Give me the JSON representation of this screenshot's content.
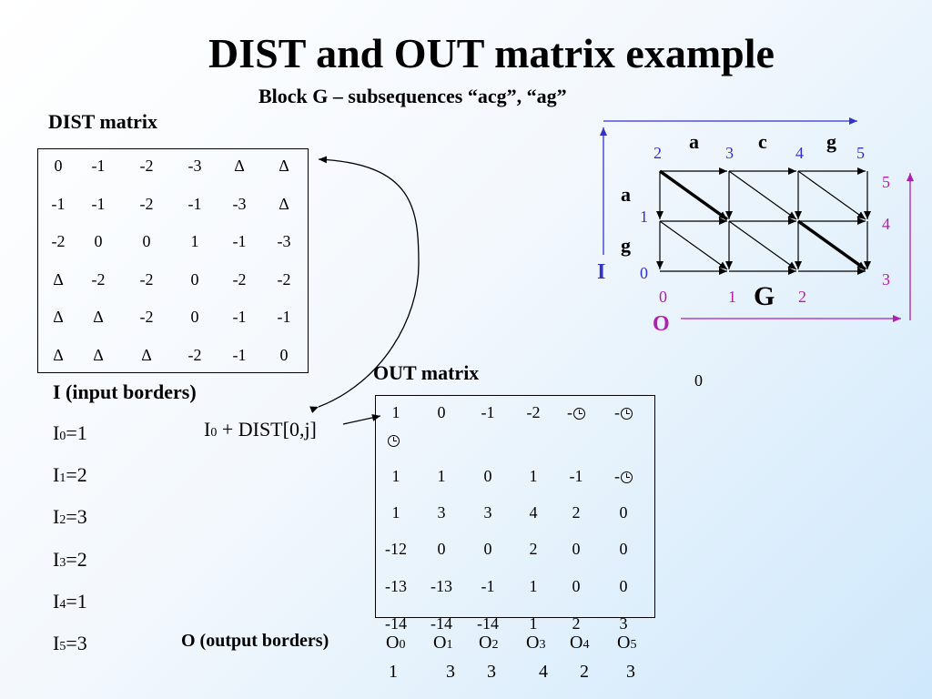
{
  "title": "DIST and OUT matrix example",
  "subtitle": "Block G – subsequences “acg”, “ag”",
  "dist": {
    "label": "DIST matrix",
    "rows": [
      [
        "0",
        "-1",
        "-2",
        "-3",
        "Δ",
        "Δ"
      ],
      [
        "-1",
        "-1",
        "-2",
        "-1",
        "-3",
        "Δ"
      ],
      [
        "-2",
        "0",
        "0",
        "1",
        "-1",
        "-3"
      ],
      [
        "Δ",
        "-2",
        "-2",
        "0",
        "-2",
        "-2"
      ],
      [
        "Δ",
        "Δ",
        "-2",
        "0",
        "-1",
        "-1"
      ],
      [
        "Δ",
        "Δ",
        "Δ",
        "-2",
        "-1",
        "0"
      ]
    ]
  },
  "input_borders": {
    "label": "I (input borders)",
    "items": [
      {
        "base": "I",
        "sub": "0",
        "value": "=1"
      },
      {
        "base": "I",
        "sub": "1",
        "value": "=2"
      },
      {
        "base": "I",
        "sub": "2",
        "value": "=3"
      },
      {
        "base": "I",
        "sub": "3",
        "value": "=2"
      },
      {
        "base": "I",
        "sub": "4",
        "value": "=1"
      },
      {
        "base": "I",
        "sub": "5",
        "value": "=3"
      }
    ]
  },
  "formula": {
    "base": "I",
    "sub": "0",
    "rest": " + DIST[0,j]"
  },
  "out": {
    "label": "OUT matrix",
    "rows": [
      [
        "1",
        "0",
        "-1",
        "-2",
        "-",
        "-"
      ],
      [
        "1",
        "1",
        "0",
        "1",
        "-1",
        "-"
      ],
      [
        "1",
        "3",
        "3",
        "4",
        "2",
        "0"
      ],
      [
        "-12",
        "0",
        "0",
        "2",
        "0",
        "0"
      ],
      [
        "-13",
        "-13",
        "-1",
        "1",
        "0",
        "0"
      ],
      [
        "-14",
        "-14",
        "-14",
        "1",
        "2",
        "3"
      ]
    ],
    "stray_zero": "0"
  },
  "output_borders": {
    "label": "O (output borders)",
    "headers": [
      {
        "base": "O",
        "sub": "0"
      },
      {
        "base": "O",
        "sub": "1"
      },
      {
        "base": "O",
        "sub": "2"
      },
      {
        "base": "O",
        "sub": "3"
      },
      {
        "base": "O",
        "sub": "4"
      },
      {
        "base": "O",
        "sub": "5"
      }
    ],
    "values": [
      "1",
      "3",
      "3",
      "4",
      "2",
      "3"
    ]
  },
  "grid": {
    "top_letters": [
      "a",
      "c",
      "g"
    ],
    "left_letters": [
      "a",
      "g"
    ],
    "top_numbers": [
      "2",
      "3",
      "4",
      "5"
    ],
    "left_numbers": [
      "1",
      "0"
    ],
    "right_numbers": [
      "5",
      "4",
      "3"
    ],
    "bottom_numbers": [
      "0",
      "1",
      "2"
    ],
    "block_label": "G",
    "i_label": "I",
    "o_label": "O",
    "colors": {
      "blue": "#3333cc",
      "purple": "#b020b0"
    }
  }
}
